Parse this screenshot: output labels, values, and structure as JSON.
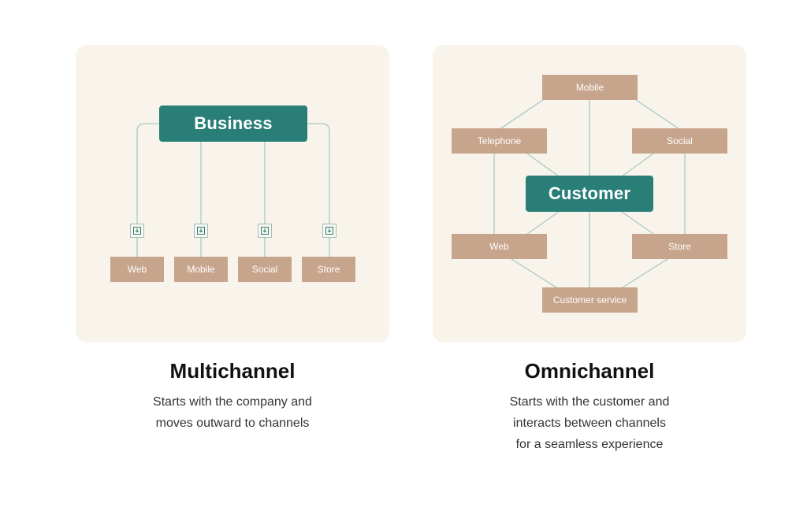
{
  "multichannel": {
    "hub_label": "Business",
    "channels": [
      "Web",
      "Mobile",
      "Social",
      "Store"
    ],
    "title": "Multichannel",
    "description_lines": [
      "Starts with the company and",
      "moves outward to channels"
    ]
  },
  "omnichannel": {
    "hub_label": "Customer",
    "channels": {
      "top": "Mobile",
      "upper_left": "Telephone",
      "upper_right": "Social",
      "lower_left": "Web",
      "lower_right": "Store",
      "bottom": "Customer service"
    },
    "title": "Omnichannel",
    "description_lines": [
      "Starts with the customer and",
      "interacts between channels",
      "for a seamless experience"
    ]
  },
  "colors": {
    "panel_bg": "#f8f4ec",
    "hub": "#2a7e78",
    "channel_box": "#c7a48c",
    "connector": "#a9c9c2",
    "icon": "#2a7e78"
  },
  "icons": [
    "download-icon"
  ]
}
